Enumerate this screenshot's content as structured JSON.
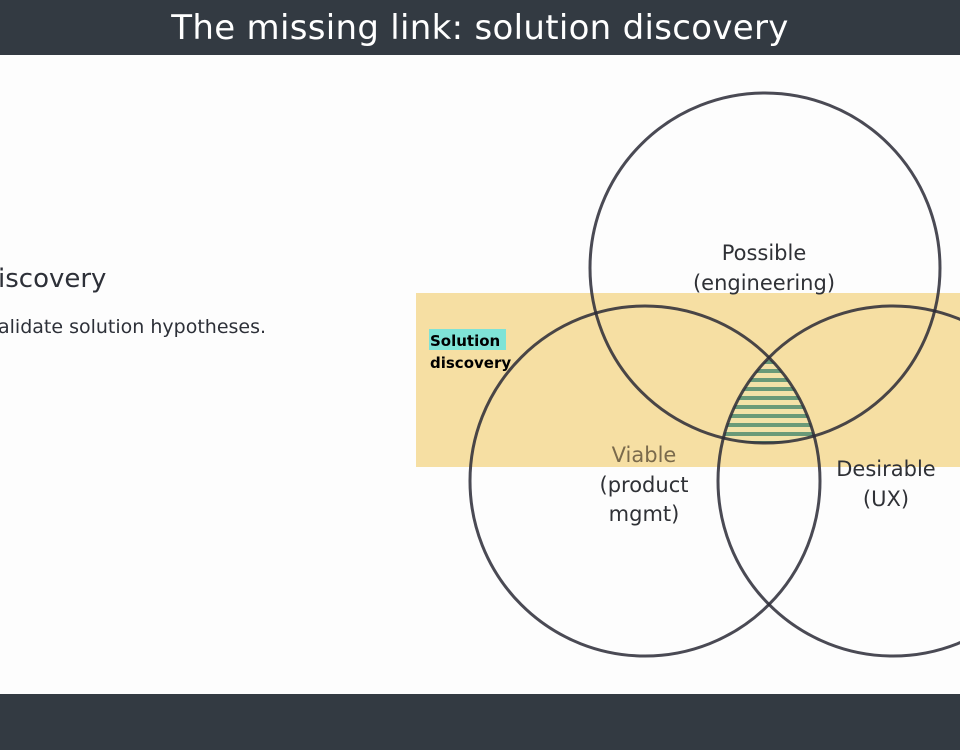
{
  "slide": {
    "title": "The missing link: solution discovery",
    "left_heading": "iscovery",
    "left_body": "alidate solution hypotheses."
  },
  "diagram": {
    "band_label_line1": "Solution",
    "band_label_line2": "discovery",
    "band_label_highlight_color": "#7fe3d6",
    "band_color": "#f5dc99",
    "intersection_hatch_color": "#6a9a78",
    "circles": {
      "possible": {
        "line1": "Possible",
        "line2": "(engineering)"
      },
      "viable": {
        "line1": "Viable",
        "line2": "(product",
        "line3": "mgmt)"
      },
      "desirable": {
        "line1": "Desirable",
        "line2": "(UX)"
      }
    }
  }
}
